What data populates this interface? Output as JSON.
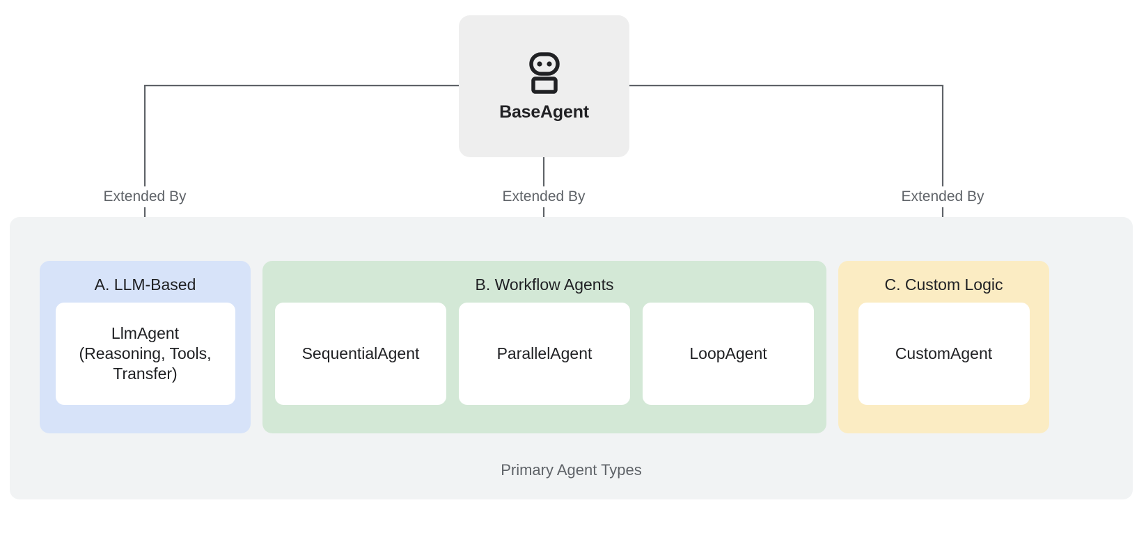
{
  "diagram": {
    "root": {
      "label": "BaseAgent",
      "icon": "robot-icon"
    },
    "edges": [
      {
        "label": "Extended By"
      },
      {
        "label": "Extended By"
      },
      {
        "label": "Extended By"
      }
    ],
    "cluster": {
      "caption": "Primary Agent Types",
      "groups": [
        {
          "id": "llm-based",
          "title": "A. LLM-Based",
          "color": "#d7e3f9",
          "cards": [
            {
              "label": "LlmAgent\n(Reasoning, Tools,\nTransfer)"
            }
          ]
        },
        {
          "id": "workflow-agents",
          "title": "B. Workflow Agents",
          "color": "#d3e8d6",
          "cards": [
            {
              "label": "SequentialAgent"
            },
            {
              "label": "ParallelAgent"
            },
            {
              "label": "LoopAgent"
            }
          ]
        },
        {
          "id": "custom-logic",
          "title": "C. Custom Logic",
          "color": "#fbecc3",
          "cards": [
            {
              "label": "CustomAgent"
            }
          ]
        }
      ]
    },
    "colors": {
      "root_bg": "#eeeeee",
      "cluster_bg": "#f1f3f4",
      "card_bg": "#ffffff",
      "connector": "#5f6368",
      "text_primary": "#202124",
      "text_secondary": "#5f6368"
    }
  }
}
